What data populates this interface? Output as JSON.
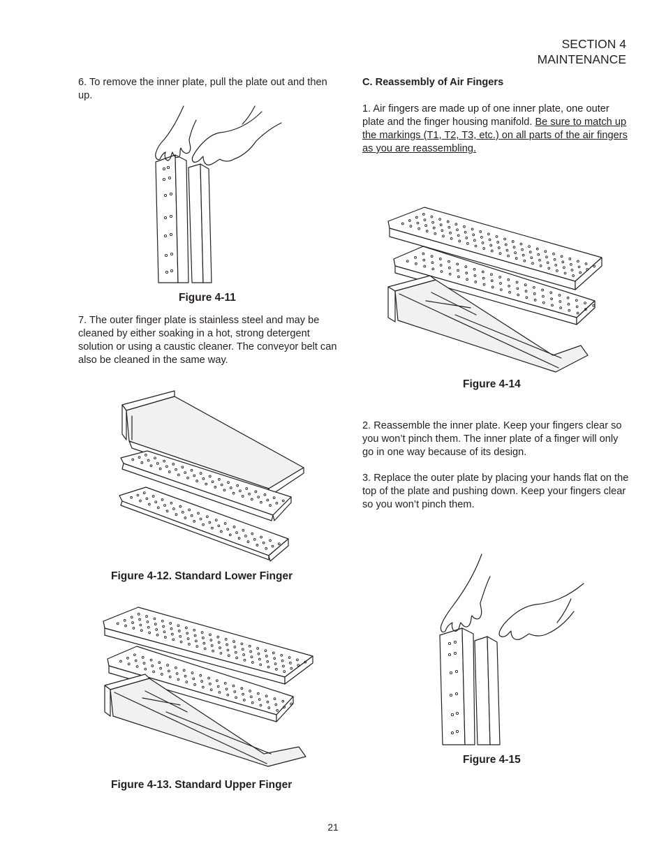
{
  "header": {
    "section": "SECTION 4",
    "title": "MAINTENANCE"
  },
  "left": {
    "step6": "6. To remove the inner plate, pull the plate out and then up.",
    "fig11_caption": "Figure 4-11",
    "step7": "7. The outer finger plate is stainless steel and may be cleaned by either soaking in a hot, strong detergent solution or using a caustic cleaner. The conveyor belt can also be cleaned in the same way.",
    "fig12_caption": "Figure 4-12. Standard Lower Finger",
    "fig13_caption": "Figure 4-13. Standard Upper Finger"
  },
  "right": {
    "heading": "C. Reassembly of Air Fingers",
    "step1_plain": "1. Air fingers are made up of one inner plate, one outer plate and the finger housing manifold. ",
    "step1_underlined": "Be sure to match up the markings (T1, T2, T3, etc.) on all parts of the air fingers as you are reassembling.",
    "fig14_caption": "Figure 4-14",
    "step2": "2. Reassemble the inner plate. Keep your fingers clear so you won’t pinch them. The inner plate of a finger will only go in one way because of its design.",
    "step3": "3. Replace the outer plate by placing your hands flat on the top of the plate and pushing down. Keep your fingers clear so you won’t pinch them.",
    "fig15_caption": "Figure 4-15"
  },
  "page_number": "21"
}
